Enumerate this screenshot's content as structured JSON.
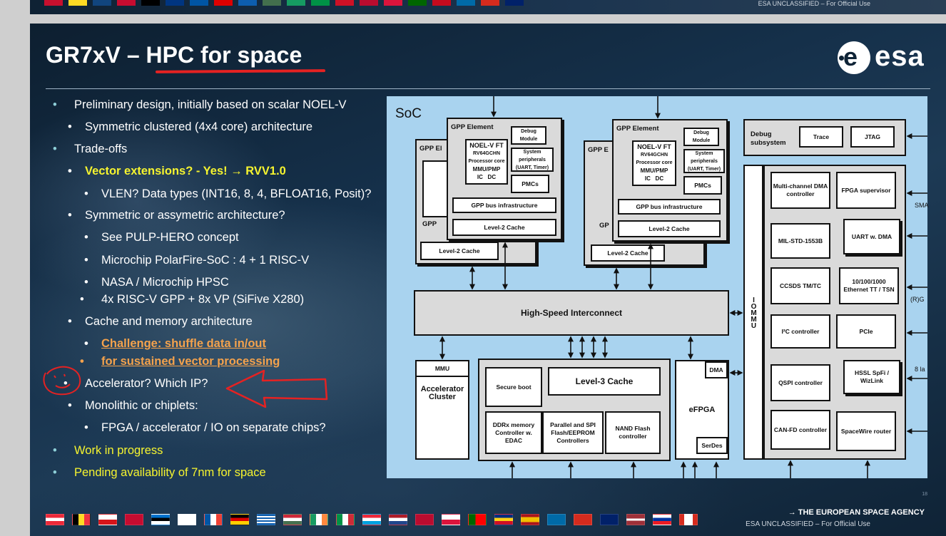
{
  "prev_slide": {
    "classification": "ESA UNCLASSIFIED – For Official Use"
  },
  "title": {
    "prefix": "GR7xV – ",
    "highlight": "HPC for space"
  },
  "logo": {
    "word": "esa",
    "glyph": "e"
  },
  "bullets": [
    {
      "text": "Preliminary design, initially based on scalar NOEL-V"
    },
    {
      "text": "Symmetric clustered (4x4 core) architecture"
    },
    {
      "text": "Trade-offs"
    },
    {
      "text": "Vector extensions? - Yes! → RVV1.0"
    },
    {
      "text": "VLEN? Data types (INT16, 8, 4, BFLOAT16, Posit)?"
    },
    {
      "text": "Symmetric or assymetric architecture?"
    },
    {
      "text": "See PULP-HERO concept"
    },
    {
      "text": "Microchip PolarFire-SoC : 4 + 1 RISC-V"
    },
    {
      "text": "NASA / Microchip HPSC"
    },
    {
      "text": "4x RISC-V GPP + 8x VP (SiFive X280)"
    },
    {
      "text": "Cache and memory architecture"
    },
    {
      "text": "Challenge: shuffle data in/out"
    },
    {
      "text": "for sustained vector processing"
    },
    {
      "text": "Accelerator? Which IP?"
    },
    {
      "text": "Monolithic or chiplets:"
    },
    {
      "text": "FPGA / accelerator / IO on separate chips?"
    },
    {
      "text": "Work in progress"
    },
    {
      "text": "Pending availability of 7nm for space"
    }
  ],
  "diagram": {
    "soc": "SoC",
    "gpp_element": "GPP Element",
    "gpp_el_partial": "GPP El",
    "gpp_e_partial": "GPP E",
    "noel": "NOEL-V FT",
    "rv64": "RV64GCHN",
    "proc_core": "Processor core",
    "mmu_pmp": "MMU/PMP",
    "ic": "IC",
    "dc": "DC",
    "debug_module": "Debug Module",
    "sys_periph": "System peripherals (UART, Timer)",
    "pmcs": "PMCs",
    "gpp_bus": "GPP bus infrastructure",
    "l2": "Level-2 Cache",
    "gpp_partial": "GPP",
    "gp_partial": "GP",
    "hsi": "High-Speed Interconnect",
    "mmu": "MMU",
    "accel": "Accelerator Cluster",
    "secure_boot": "Secure boot",
    "l3": "Level-3 Cache",
    "ddr": "DDRx memory Controller w. EDAC",
    "parallel": "Parallel and SPI Flash/EEPROM Controllers",
    "nand": "NAND Flash controller",
    "efpga": "eFPGA",
    "dma": "DMA",
    "serdes": "SerDes",
    "debug_sub": "Debug subsystem",
    "trace": "Trace",
    "jtag": "JTAG",
    "iommu": "IOMMU",
    "mc_dma": "Multi-channel DMA controller",
    "fpga_sup": "FPGA supervisor",
    "mil": "MIL-STD-1553B",
    "uart": "UART w. DMA",
    "ccsds": "CCSDS TM/TC",
    "eth": "10/100/1000 Ethernet TT / TSN",
    "i2c": "I²C controller",
    "pcie": "PCIe",
    "qspi": "QSPI controller",
    "hssl": "HSSL SpFi / WizLink",
    "canfd": "CAN-FD controller",
    "spw": "SpaceWire router",
    "ext_sma": "SMA",
    "ext_rg": "(R)G",
    "ext_8la": "8 la"
  },
  "footer": {
    "agency": "→ THE EUROPEAN SPACE AGENCY",
    "classification": "ESA UNCLASSIFIED – For Official Use",
    "page": "18"
  },
  "colors": {
    "accent_red": "#e52222",
    "highlight_yellow": "#f6f42f",
    "highlight_orange": "#f4a24c",
    "diagram_bg": "#a9d3ef"
  }
}
